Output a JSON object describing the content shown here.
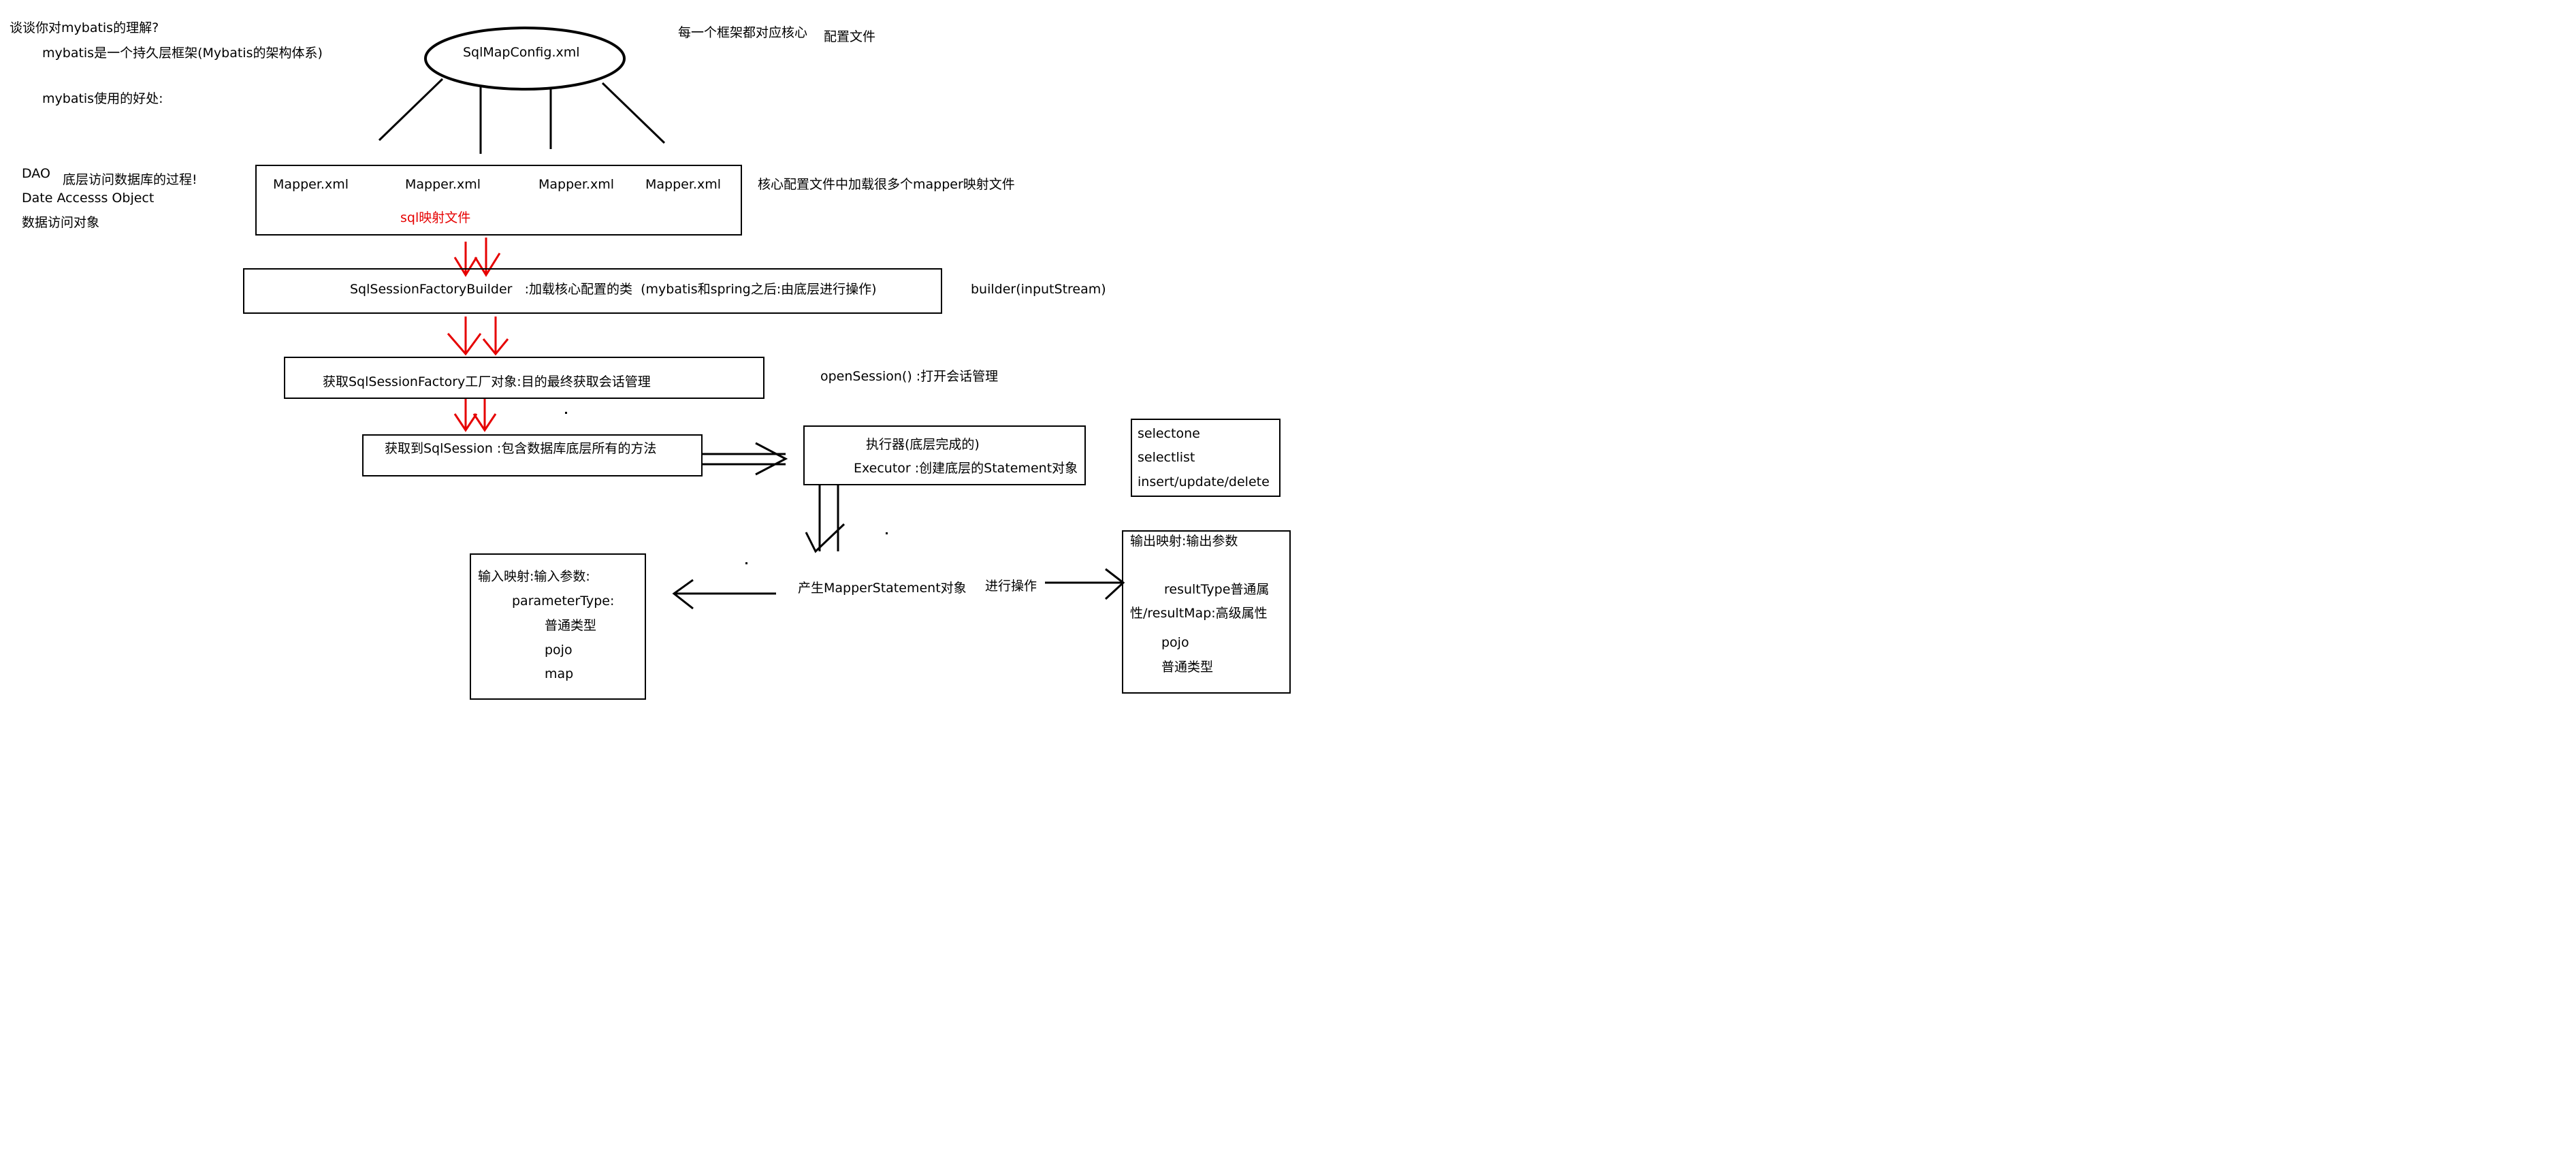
{
  "notes": {
    "question": "谈谈你对mybatis的理解?",
    "definition": "mybatis是一个持久层框架(Mybatis的架构体系)",
    "benefits": "mybatis使用的好处:",
    "dao": "DAO",
    "dao_desc": "底层访问数据库的过程!",
    "dao_full": "Date Accesss Object",
    "dao_cn": "数据访问对象"
  },
  "config": {
    "file": "SqlMapConfig.xml",
    "note1": "每一个框架都对应核心",
    "note2": "配置文件"
  },
  "mappers": {
    "items": [
      "Mapper.xml",
      "Mapper.xml",
      "Mapper.xml",
      "Mapper.xml"
    ],
    "caption": "sql映射文件",
    "note": "核心配置文件中加载很多个mapper映射文件"
  },
  "builder": {
    "label": "SqlSessionFactoryBuilder   :加载核心配置的类  (mybatis和spring之后:由底层进行操作)",
    "method": "builder(inputStream)"
  },
  "factory": {
    "label": "获取SqlSessionFactory工厂对象:目的最终获取会话管理",
    "method": "openSession() :打开会话管理"
  },
  "session": {
    "label": "获取到SqlSession :包含数据库底层所有的方法"
  },
  "executor": {
    "line1": "执行器(底层完成的)",
    "line2": "Executor :创建底层的Statement对象"
  },
  "methods": {
    "items": [
      "selectone",
      "selectlist",
      "insert/update/delete"
    ]
  },
  "mapped_statement": {
    "label": "产生MapperStatement对象",
    "action": "进行操作"
  },
  "input_mapping": {
    "title": "输入映射:输入参数:",
    "param": "parameterType:",
    "types": [
      "普通类型",
      "pojo",
      "map"
    ]
  },
  "output_mapping": {
    "title": "输出映射:输出参数",
    "line1": "resultType普通属",
    "line2": "性/resultMap:高级属性",
    "types": [
      "pojo",
      "普通类型"
    ]
  },
  "colors": {
    "stroke": "#000000",
    "accent_red": "#e60000",
    "background": "#ffffff"
  }
}
